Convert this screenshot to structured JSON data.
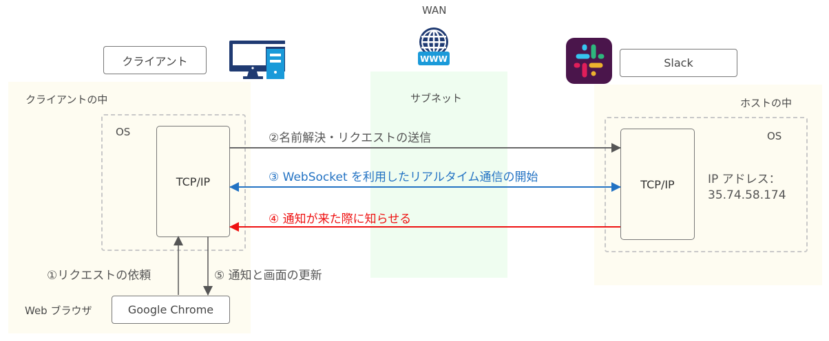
{
  "wan": {
    "label": "WAN",
    "icon": "globe-www-icon",
    "badge": "WWW"
  },
  "subnet": {
    "label": "サブネット"
  },
  "client": {
    "box_label": "クライアント",
    "icon": "desktop-computer-icon",
    "zone_label": "クライアントの中",
    "os_label": "OS",
    "tcp_label": "TCP/IP",
    "browser_label": "Web ブラウザ",
    "browser_name": "Google Chrome"
  },
  "host": {
    "box_label": "Slack",
    "icon": "slack-logo-icon",
    "zone_label": "ホストの中",
    "os_label": "OS",
    "tcp_label": "TCP/IP",
    "ip_label": "IP アドレス：",
    "ip_value": "35.74.58.174"
  },
  "steps": [
    {
      "label": "①リクエストの依頼",
      "color": "#555555"
    },
    {
      "label": "②名前解決・リクエストの送信",
      "color": "#555555"
    },
    {
      "label": "③ WebSocket を利用したリアルタイム通信の開始",
      "color": "#2272c3"
    },
    {
      "label": "④ 通知が来た際に知らせる",
      "color": "#ee1111"
    },
    {
      "label": "⑤ 通知と画面の更新",
      "color": "#555555"
    }
  ]
}
